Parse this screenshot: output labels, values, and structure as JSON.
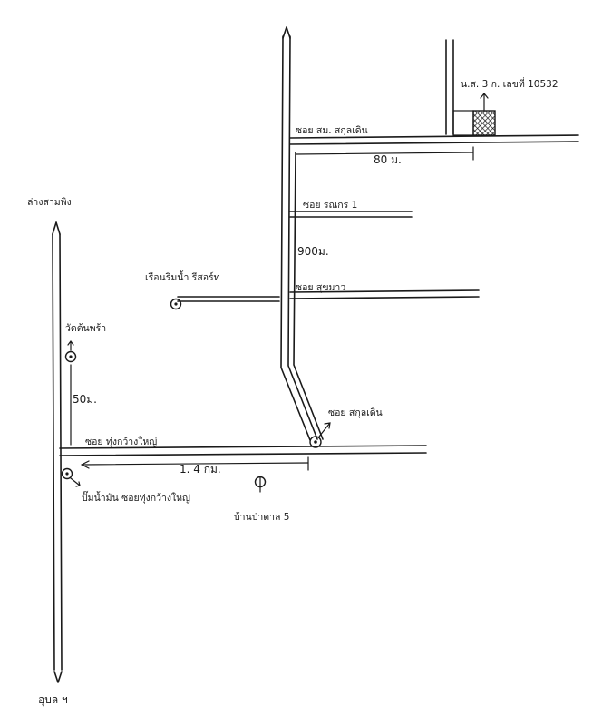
{
  "map": {
    "labels": {
      "top_left_direction": "ล่างสามพิง",
      "bottom_direction": "อุบล ฯ",
      "temple": "วัดต้นพร้า",
      "distance_50m": "50ม.",
      "soi_thung_kwang_yai": "ซอย ทุ่งกว้างใหญ่",
      "distance_1_4km": "1. 4 กม.",
      "gas_station": "ปั๊มน้ำมัน ซอยทุ่งกว้างใหญ่",
      "village": "บ้านป่าตาล 5",
      "soi_sakul_lerdin_marker": "ซอย สกุลเดิน",
      "resort": "เรือนริมน้ำ รีสอร์ท",
      "soi_sukmao": "ซอย สุขมาว",
      "distance_900m": "900ม.",
      "soi_ronnakorn": "ซอย รณกร 1",
      "soi_sakul_lerdin_top": "ซอย สม. สกุลเดิน",
      "distance_80m": "80 ม.",
      "target_plot": "น.ส. 3 ก. เลขที่ 10532"
    },
    "icons": {
      "temple": "temple-marker-icon",
      "gas_station": "gas-station-marker-icon",
      "village": "village-marker-icon",
      "resort": "resort-marker-icon",
      "soi_marker": "soi-entrance-marker-icon",
      "target_plot": "target-plot-hatched-icon"
    },
    "ink_color": "#1a1a1a",
    "background_color": "#ffffff"
  }
}
